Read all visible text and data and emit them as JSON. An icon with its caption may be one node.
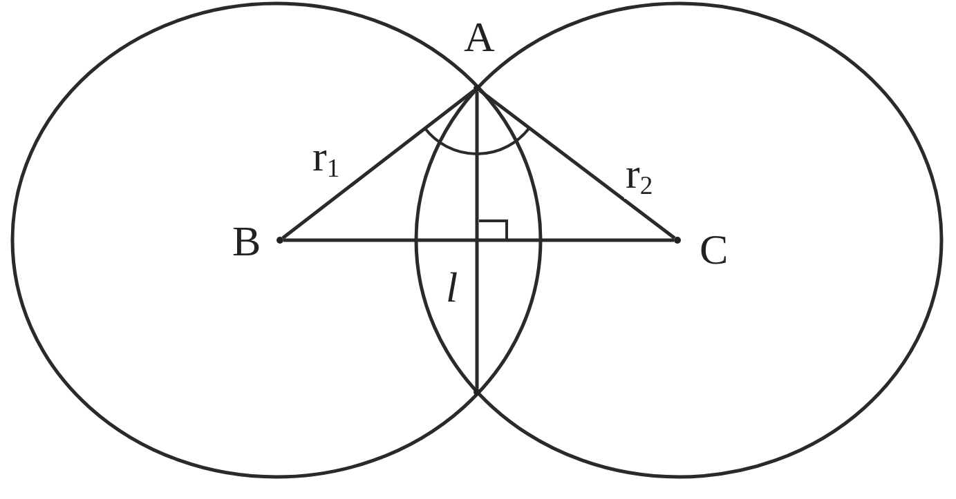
{
  "diagram": {
    "nodes": [
      {
        "text": [],
        "shape": "circle",
        "beside": [
          "A"
        ]
      },
      {
        "text": [],
        "shape": "circle",
        "beside": [
          "B"
        ]
      },
      {
        "text": [],
        "shape": "circle",
        "beside": [
          "C"
        ]
      },
      {
        "text": [],
        "shape": "circle"
      }
    ],
    "edges": [
      {
        "from": 1,
        "to": 0,
        "arrow": "none",
        "label": "r$_{1}$"
      },
      {
        "from": 0,
        "to": 2,
        "arrow": "none",
        "label": "r$_{2}$"
      },
      {
        "from": 1,
        "to": 2,
        "arrow": "none"
      },
      {
        "from": 0,
        "to": 3,
        "arrow": "none",
        "label": "l"
      }
    ]
  }
}
